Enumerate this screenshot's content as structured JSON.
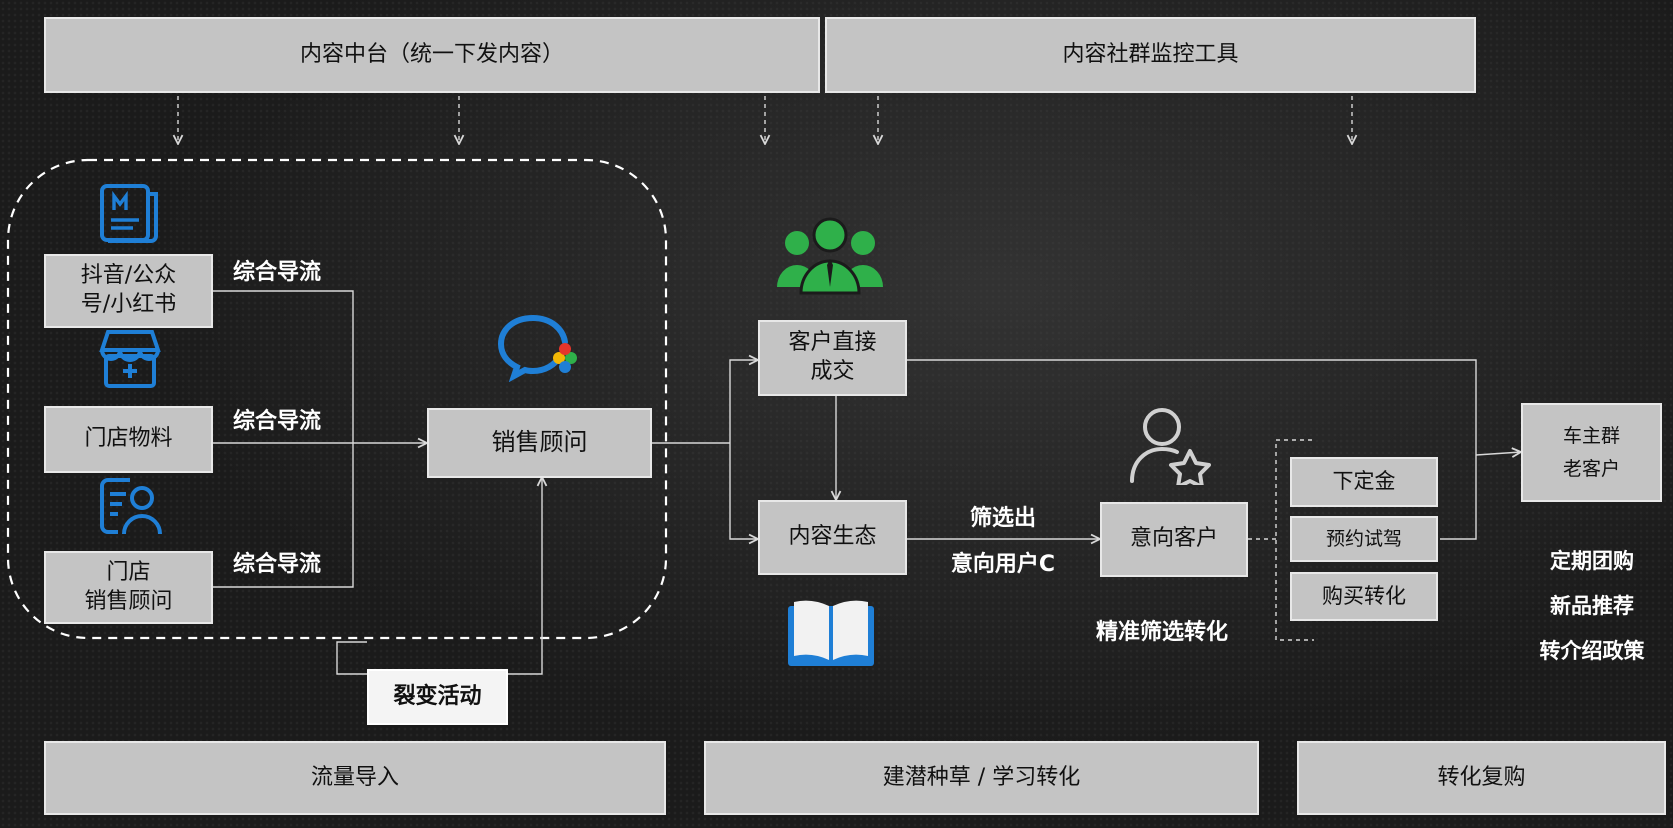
{
  "top_bars": {
    "content_platform": "内容中台（统一下发内容）",
    "monitor_tool": "内容社群监控工具"
  },
  "sources": [
    {
      "label": "抖音/公众\n号/小红书",
      "flow": "综合导流"
    },
    {
      "label": "门店物料",
      "flow": "综合导流"
    },
    {
      "label": "门店\n销售顾问",
      "flow": "综合导流"
    }
  ],
  "sales_advisor": "销售顾问",
  "fission": "裂变活动",
  "direct_deal": "客户直接\n成交",
  "content_eco": "内容生态",
  "filter_label": {
    "line1": "筛选出",
    "line2": "意向用户C"
  },
  "intent_customer": "意向客户",
  "precise_filter": "精准筛选转化",
  "conversions": [
    "下定金",
    "预约试驾",
    "购买转化"
  ],
  "owner_group": "车主群\n老客户",
  "policies": [
    "定期团购",
    "新品推荐",
    "转介绍政策"
  ],
  "bottom_bars": {
    "traffic": "流量导入",
    "nurture": "建潜种草 / 学习转化",
    "repurchase": "转化复购"
  },
  "colors": {
    "box_fill": "#c4c4c4",
    "icon_blue": "#1f7fd6",
    "icon_green": "#2fb04a",
    "line": "#d8d8d8"
  }
}
